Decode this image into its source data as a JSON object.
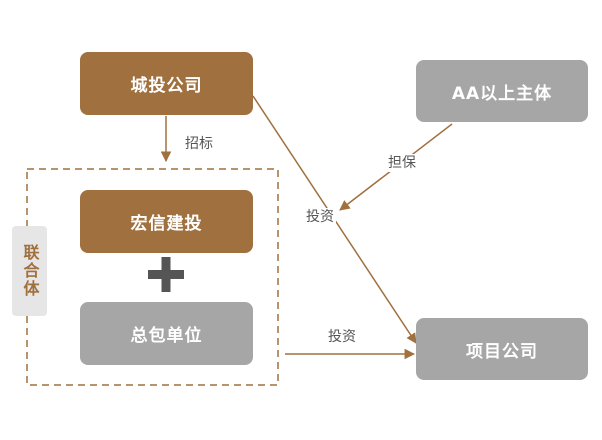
{
  "nodes": {
    "chengtou": "城投公司",
    "hongxin": "宏信建投",
    "zongbao": "总包单位",
    "aa_entity": "AA以上主体",
    "xiangmu": "项目公司"
  },
  "consortium_label": "联合体",
  "edge_labels": {
    "zhaobiao": "招标",
    "danbao": "担保",
    "touzi_1": "投资",
    "touzi_2": "投资"
  },
  "colors": {
    "brown": "#a0703f",
    "gray": "#a6a6a6",
    "line": "#a0703f",
    "plus": "#555555",
    "dashed_border": "#a0703f"
  }
}
